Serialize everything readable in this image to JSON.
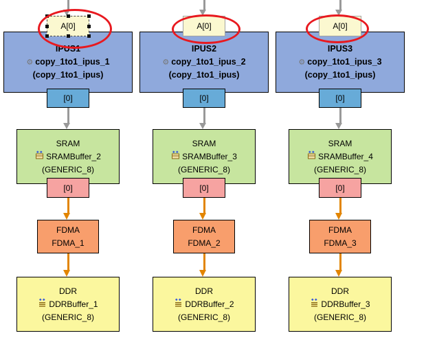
{
  "colors": {
    "ipus_fill": "#8FA9DC",
    "ipus_out_port_fill": "#67ABD8",
    "input_pin_fill": "#FBF8D0",
    "sram_fill": "#C7E59F",
    "sram_out_port_fill": "#F6A3A1",
    "fdma_fill": "#F89E6C",
    "ddr_fill": "#FBF79E",
    "signal_arrow": "#999999",
    "dma_arrow": "#E28500",
    "annotation_red": "#E8191F",
    "node_border": "#000000"
  },
  "icons": {
    "gear": "⚙"
  },
  "columns": [
    {
      "input_pin": "A[0]",
      "selected": true,
      "circled": true,
      "ipus": {
        "title": "IPUS1",
        "instance": "copy_1to1_ipus_1",
        "type_name": "(copy_1to1_ipus)",
        "output_port": "[0]"
      },
      "sram": {
        "title": "SRAM",
        "instance": "SRAMBuffer_2",
        "type_name": "(GENERIC_8)",
        "output_port": "[0]"
      },
      "fdma": {
        "title": "FDMA",
        "instance": "FDMA_1"
      },
      "ddr": {
        "title": "DDR",
        "instance": "DDRBuffer_1",
        "type_name": "(GENERIC_8)"
      }
    },
    {
      "input_pin": "A[0]",
      "selected": false,
      "circled": true,
      "ipus": {
        "title": "IPUS2",
        "instance": "copy_1to1_ipus_2",
        "type_name": "(copy_1to1_ipus)",
        "output_port": "[0]"
      },
      "sram": {
        "title": "SRAM",
        "instance": "SRAMBuffer_3",
        "type_name": "(GENERIC_8)",
        "output_port": "[0]"
      },
      "fdma": {
        "title": "FDMA",
        "instance": "FDMA_2"
      },
      "ddr": {
        "title": "DDR",
        "instance": "DDRBuffer_2",
        "type_name": "(GENERIC_8)"
      }
    },
    {
      "input_pin": "A[0]",
      "selected": false,
      "circled": true,
      "ipus": {
        "title": "IPUS3",
        "instance": "copy_1to1_ipus_3",
        "type_name": "(copy_1to1_ipus)",
        "output_port": "[0]"
      },
      "sram": {
        "title": "SRAM",
        "instance": "SRAMBuffer_4",
        "type_name": "(GENERIC_8)",
        "output_port": "[0]"
      },
      "fdma": {
        "title": "FDMA",
        "instance": "FDMA_3"
      },
      "ddr": {
        "title": "DDR",
        "instance": "DDRBuffer_3",
        "type_name": "(GENERIC_8)"
      }
    }
  ]
}
